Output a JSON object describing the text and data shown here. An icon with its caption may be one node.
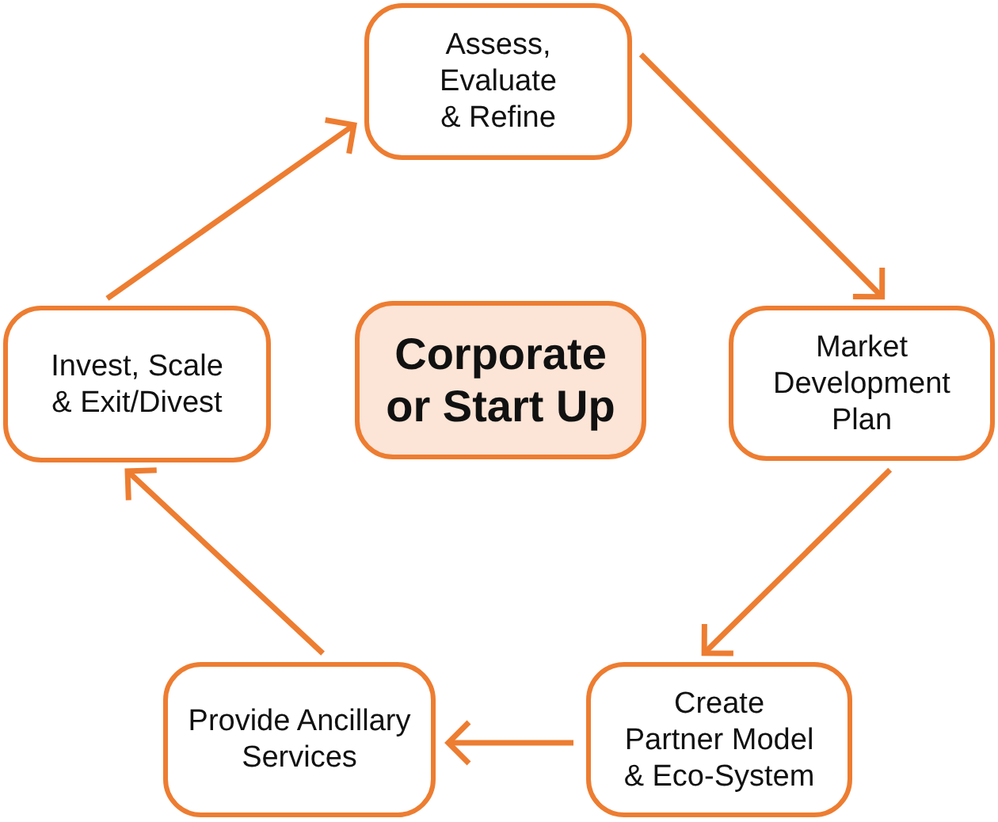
{
  "diagram": {
    "nodes": [
      {
        "text": [
          "Assess, Evaluate & Refine"
        ]
      },
      {
        "text": [
          "Invest, Scale & Exit/Divest"
        ]
      },
      {
        "text": [
          "Corporate or Start Up"
        ]
      },
      {
        "text": [
          "Market Development Plan"
        ]
      },
      {
        "text": [
          "Provide Ancillary Services"
        ]
      },
      {
        "text": [
          "Create Partner Model & Eco-System"
        ]
      }
    ],
    "edges": [
      {
        "from": 0,
        "to": 3,
        "arrow": "to"
      },
      {
        "from": 3,
        "to": 5,
        "arrow": "to"
      },
      {
        "from": 5,
        "to": 4,
        "arrow": "to"
      },
      {
        "from": 4,
        "to": 1,
        "arrow": "to"
      },
      {
        "from": 1,
        "to": 0,
        "arrow": "to"
      }
    ]
  }
}
